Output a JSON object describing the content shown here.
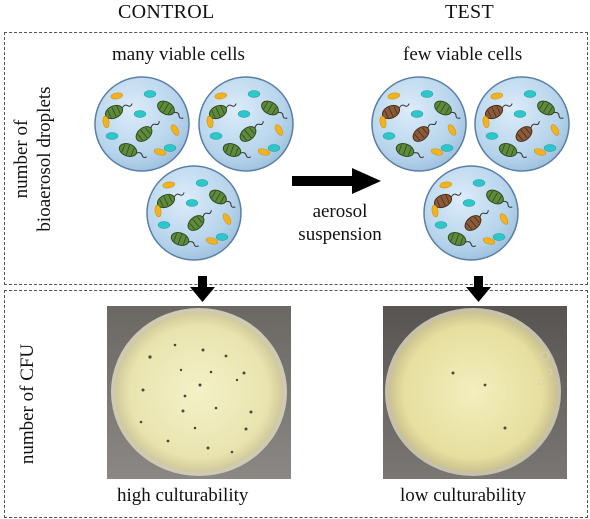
{
  "headers": {
    "control": "CONTROL",
    "test": "TEST"
  },
  "top_panel": {
    "side_label": [
      "number of",
      "bioaerosol droplets"
    ],
    "control_caption": "many viable cells",
    "test_caption": "few viable cells",
    "arrow_label": [
      "aerosol",
      "suspension"
    ]
  },
  "bottom_panel": {
    "side_label": "number of CFU",
    "control_caption": "high culturability",
    "test_caption": "low culturability"
  },
  "colors": {
    "droplet_fill": "#bcd8ee",
    "droplet_stroke": "#5a7fa5",
    "viable_cell": "#5f8a3c",
    "nonviable_cell": "#8a5a3a",
    "particle_yellow": "#f2b31e",
    "particle_teal": "#2ec7c9",
    "plate_fill": "#ece8b5"
  },
  "icons": [
    "bacterium-icon",
    "droplet-icon",
    "right-arrow-icon",
    "down-arrow-icon",
    "petri-plate-icon"
  ]
}
